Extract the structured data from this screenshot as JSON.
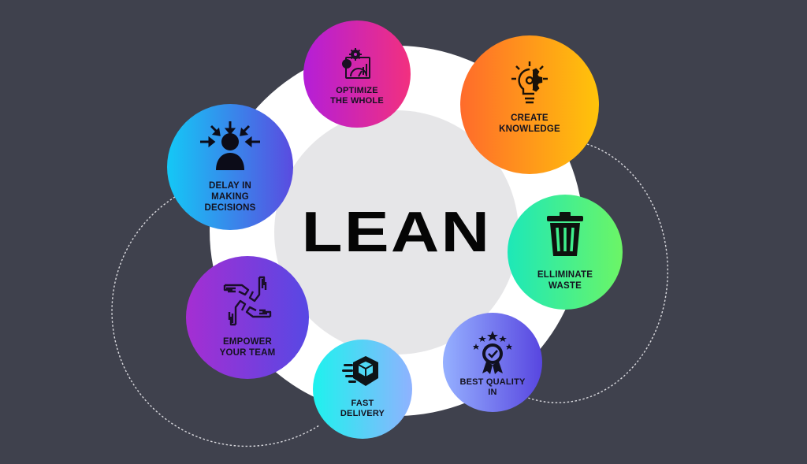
{
  "diagram": {
    "title": "LEAN",
    "background_color": "#3f414d",
    "ring_color": "#ffffff",
    "core_color": "#e6e6e8",
    "principles": [
      {
        "id": "optimize",
        "label": "OPTIMIZE\nTHE WHOLE",
        "icon": "gear-gauge-chart-icon",
        "gradient": [
          "#b41ed8",
          "#f2307f"
        ]
      },
      {
        "id": "knowledge",
        "label": "CREATE\nKNOWLEDGE",
        "icon": "lightbulb-gear-icon",
        "gradient": [
          "#ff6b2b",
          "#ffc40a"
        ]
      },
      {
        "id": "delay",
        "label": "DELAY IN\nMAKING\nDECISIONS",
        "icon": "person-arrows-icon",
        "gradient": [
          "#14c8f6",
          "#5a4be0"
        ]
      },
      {
        "id": "waste",
        "label": "ELLIMINATE\nWASTE",
        "icon": "trash-bin-icon",
        "gradient": [
          "#1de8b8",
          "#6cf566"
        ]
      },
      {
        "id": "quality",
        "label": "BEST QUALITY\nIN",
        "icon": "award-ribbon-stars-icon",
        "gradient": [
          "#95b0ff",
          "#5846e0"
        ]
      },
      {
        "id": "delivery",
        "label": "FAST\nDELIVERY",
        "icon": "fast-box-delivery-icon",
        "gradient": [
          "#1ef2ee",
          "#8fb2ff"
        ]
      },
      {
        "id": "empower",
        "label": "EMPOWER\nYOUR TEAM",
        "icon": "joined-hands-icon",
        "gradient": [
          "#a52ed2",
          "#5748e4"
        ]
      }
    ]
  }
}
